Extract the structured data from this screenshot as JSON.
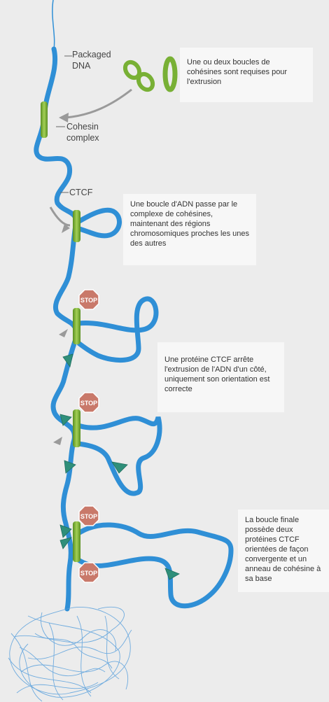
{
  "labels": {
    "packaged_dna": "Packaged DNA",
    "cohesin_complex": "Cohesin complex",
    "ctcf": "CTCF"
  },
  "callouts": [
    {
      "text": "Une ou deux boucles de cohésines sont requises pour l'extrusion"
    },
    {
      "text": "Une boucle d'ADN passe par le complexe de cohésines, maintenant des régions chromosomiques proches les unes des autres"
    },
    {
      "text": "Une protéine CTCF arrête l'extrusion de l'ADN d'un côté, uniquement son orientation est correcte"
    },
    {
      "text": "La boucle finale possède deux protéines CTCF orientées de façon convergente et un anneau de cohésine à sa base"
    }
  ],
  "stop_signs": [
    "STOP",
    "STOP",
    "STOP",
    "STOP"
  ],
  "colors": {
    "dna": "#2f8fd6",
    "cohesin": "#7db338",
    "ctcf": "#2f8f7a",
    "stop": "#c9796a",
    "arrow": "#9a9a9a",
    "background": "#ececec"
  }
}
